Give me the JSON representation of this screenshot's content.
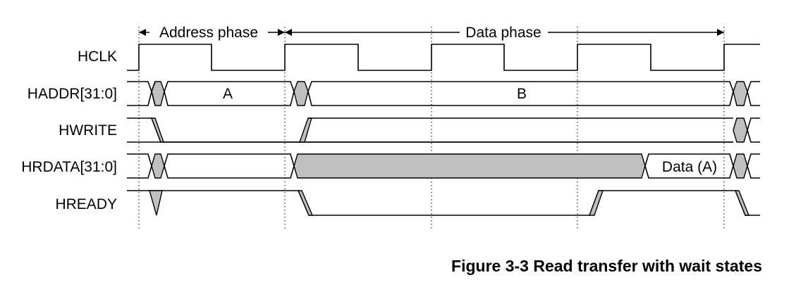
{
  "phases": {
    "address": "Address phase",
    "data": "Data phase"
  },
  "signals": {
    "hclk": "HCLK",
    "haddr": "HADDR[31:0]",
    "hwrite": "HWRITE",
    "hrdata": "HRDATA[31:0]",
    "hready": "HREADY"
  },
  "values": {
    "addr_a": "A",
    "addr_b": "B",
    "data_a": "Data (A)"
  },
  "caption": "Figure 3-3 Read transfer with wait states",
  "colors": {
    "line": "#000000",
    "shaded_bus": "#c0c0c0",
    "background": "#ffffff"
  }
}
